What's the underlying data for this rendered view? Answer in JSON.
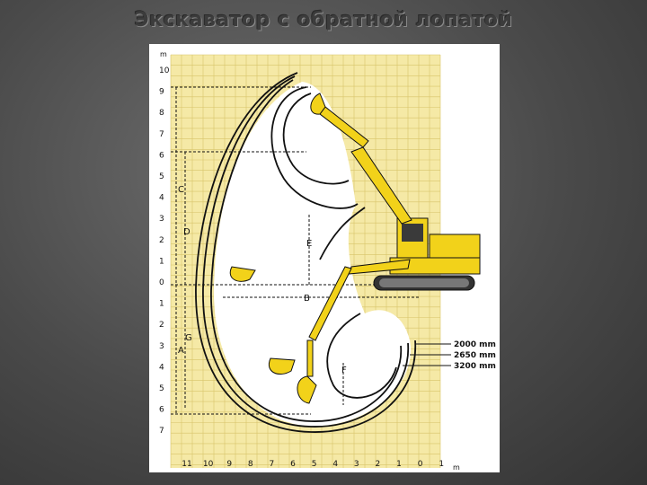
{
  "slide": {
    "title": "Экскаватор с обратной лопатой"
  },
  "diagram": {
    "unit_y": "m",
    "unit_x": "m",
    "y_ticks_upper": [
      "10",
      "9",
      "8",
      "7",
      "6",
      "5",
      "4",
      "3",
      "2",
      "1",
      "0"
    ],
    "y_ticks_lower": [
      "1",
      "2",
      "3",
      "4",
      "5",
      "6",
      "7"
    ],
    "x_ticks": [
      "11",
      "10",
      "9",
      "8",
      "7",
      "6",
      "5",
      "4",
      "3",
      "2",
      "1",
      "0",
      "1"
    ],
    "dimension_labels": [
      "C",
      "D",
      "E",
      "B",
      "G",
      "A",
      "F"
    ],
    "callouts": [
      "2000 mm",
      "2650 mm",
      "3200 mm"
    ],
    "colors": {
      "grid_fill": "#f5e9a6",
      "grid_line": "#d8c46a",
      "machine": "#f2d21a",
      "outline": "#111111"
    }
  }
}
